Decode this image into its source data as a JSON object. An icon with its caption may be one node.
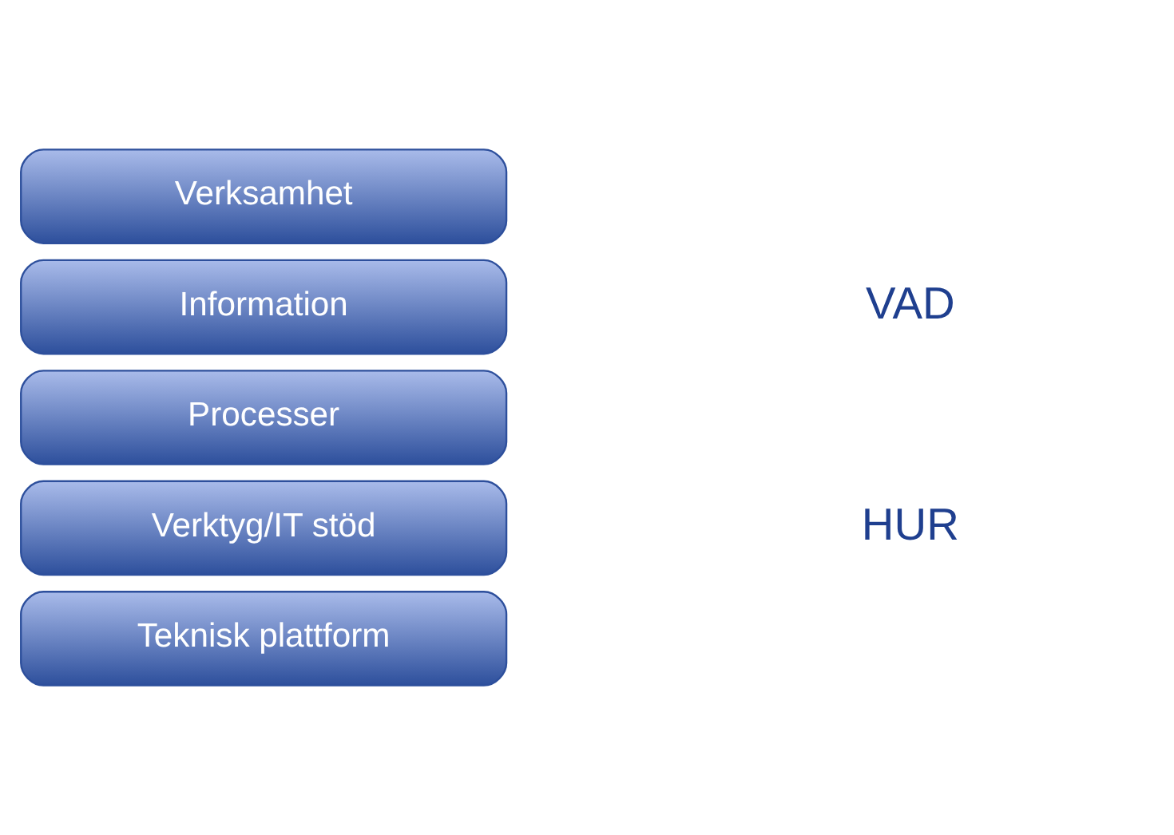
{
  "diagram": {
    "nodes": [
      {
        "text": [
          "Verksamhet"
        ]
      },
      {
        "text": [
          "Information"
        ]
      },
      {
        "text": [
          "Processer"
        ]
      },
      {
        "text": [
          "Verktyg/IT stöd"
        ]
      },
      {
        "text": [
          "Teknisk plattform"
        ]
      }
    ],
    "labels": [
      "VAD",
      "HUR"
    ]
  }
}
